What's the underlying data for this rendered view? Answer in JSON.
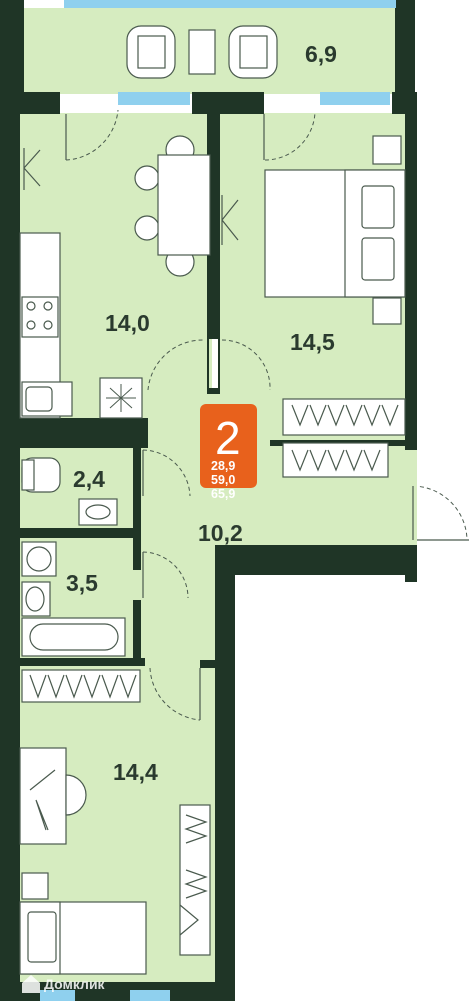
{
  "colors": {
    "wall": "#1f3526",
    "floor": "#d6ecc0",
    "window": "#8fd0ee",
    "badge": "#e8611c",
    "furniture": "#ffffff",
    "line": "#4a5a4e"
  },
  "rooms": {
    "balcony": "6,9",
    "bedroom": "14,5",
    "kitchen": "14,0",
    "wc": "2,4",
    "hall": "10,2",
    "bath": "3,5",
    "room2": "14,4"
  },
  "badge": {
    "rooms_count": "2",
    "living_area": "28,9",
    "total_area": "59,0",
    "area_with_balcony": "65,9"
  },
  "watermark": {
    "text": "Домклик",
    "icon": "house-icon"
  }
}
